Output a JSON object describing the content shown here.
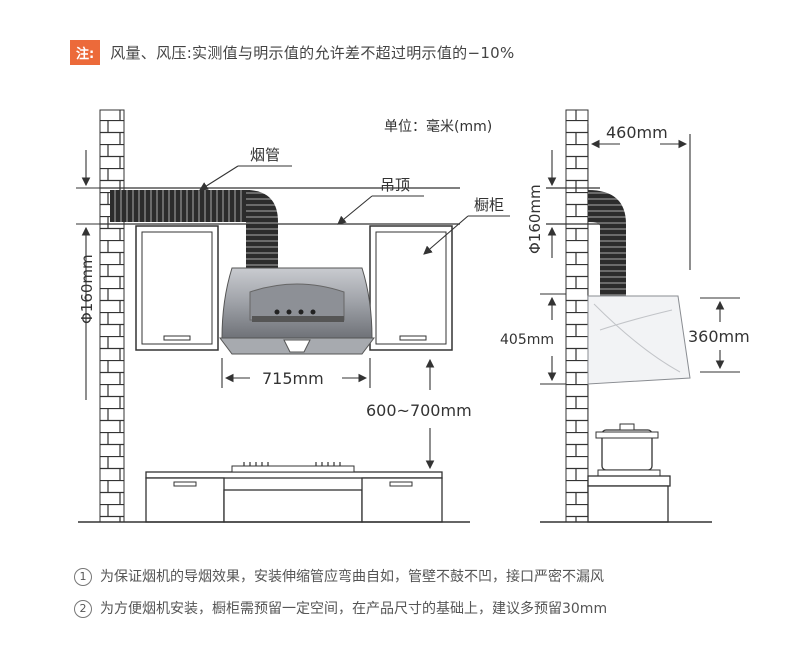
{
  "note": {
    "badge": "注:",
    "text": "风量、风压:实测值与明示值的允许差不超过明示值的−10%"
  },
  "diagram": {
    "unit_label": "单位：毫米(mm)",
    "labels": {
      "duct": "烟管",
      "ceiling": "吊顶",
      "cabinet": "橱柜"
    },
    "dimensions": {
      "duct_dia_left": "Φ160mm",
      "duct_dia_right": "Φ160mm",
      "hood_width": "715mm",
      "hood_height": "600~700mm",
      "wall_offset": "460mm",
      "side_height_405": "405mm",
      "side_height_360": "360mm"
    }
  },
  "footnotes": [
    {
      "num": "1",
      "text": "为保证烟机的导烟效果，安装伸缩管应弯曲自如，管壁不鼓不凹，接口严密不漏风"
    },
    {
      "num": "2",
      "text": "为方便烟机安装，橱柜需预留一定空间，在产品尺寸的基础上，建议多预留30mm"
    }
  ]
}
